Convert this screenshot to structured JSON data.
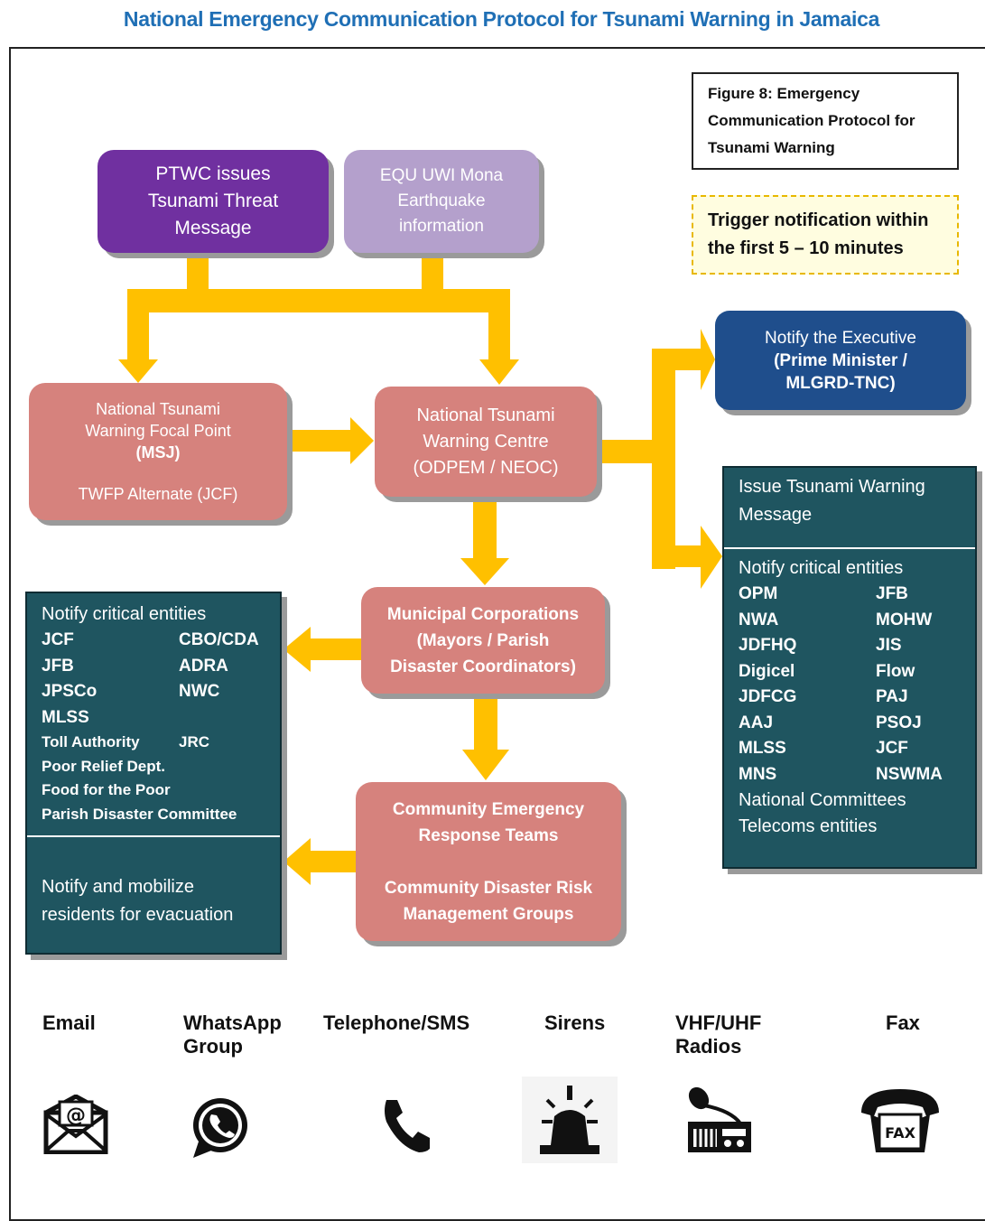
{
  "title": "National Emergency Communication Protocol for Tsunami Warning in Jamaica",
  "figure_caption": [
    "Figure 8: Emergency",
    "Communication Protocol for",
    "Tsunami Warning"
  ],
  "trigger_note": [
    "Trigger notification within",
    "the first 5 – 10 minutes"
  ],
  "ptwc": [
    "PTWC issues",
    "Tsunami Threat",
    "Message"
  ],
  "equ": [
    "EQU UWI Mona",
    "Earthquake",
    "information"
  ],
  "focal_point": {
    "lines": [
      "National Tsunami",
      "Warning Focal Point",
      "(MSJ)"
    ],
    "alternate": "TWFP Alternate (JCF)"
  },
  "ntwc": [
    "National Tsunami",
    "Warning Centre",
    "(ODPEM / NEOC)"
  ],
  "executive": [
    "Notify the Executive",
    "(Prime Minister /",
    "MLGRD-TNC)"
  ],
  "municipal": [
    "Municipal Corporations",
    "(Mayors / Parish",
    "Disaster Coordinators)"
  ],
  "community": {
    "top": [
      "Community Emergency",
      "Response Teams"
    ],
    "bottom": [
      "Community Disaster Risk",
      "Management Groups"
    ]
  },
  "right_panel": {
    "header": [
      "Issue Tsunami Warning",
      "Message"
    ],
    "subheader": "Notify critical entities",
    "rows": [
      [
        "OPM",
        "JFB"
      ],
      [
        "NWA",
        "MOHW"
      ],
      [
        "JDFHQ",
        "JIS"
      ],
      [
        "Digicel",
        "Flow"
      ],
      [
        "JDFCG",
        "PAJ"
      ],
      [
        "AAJ",
        "PSOJ"
      ],
      [
        "MLSS",
        "JCF"
      ],
      [
        "MNS",
        "NSWMA"
      ]
    ],
    "extra": [
      "National Committees",
      "Telecoms entities"
    ]
  },
  "left_panel": {
    "header": "Notify critical entities",
    "rows": [
      [
        "JCF",
        "CBO/CDA"
      ],
      [
        "JFB",
        "ADRA"
      ],
      [
        "JPSCo",
        "NWC"
      ],
      [
        "MLSS",
        ""
      ]
    ],
    "small_rows": [
      [
        "Toll Authority",
        "JRC"
      ],
      [
        "Poor Relief Dept.",
        ""
      ],
      [
        "Food for the Poor",
        ""
      ],
      [
        "Parish Disaster Committee",
        ""
      ]
    ],
    "footer": [
      "Notify and mobilize",
      "residents for evacuation"
    ]
  },
  "channels": [
    {
      "label": [
        "Email"
      ],
      "icon": "email-icon"
    },
    {
      "label": [
        "WhatsApp",
        "Group"
      ],
      "icon": "whatsapp-icon"
    },
    {
      "label": [
        "Telephone/SMS"
      ],
      "icon": "telephone-icon"
    },
    {
      "label": [
        "Sirens"
      ],
      "icon": "siren-icon"
    },
    {
      "label": [
        "VHF/UHF",
        "Radios"
      ],
      "icon": "radio-icon"
    },
    {
      "label": [
        "Fax"
      ],
      "icon": "fax-icon"
    }
  ],
  "colors": {
    "title": "#1f6fb5",
    "arrow": "#ffc000",
    "ptwc": "#7030a0",
    "equ": "#b4a0cc",
    "pink": "#d6827d",
    "teal": "#1f5560",
    "navy": "#1f4e8c",
    "trigger_bg": "#fffde0",
    "trigger_border": "#e8b800"
  }
}
